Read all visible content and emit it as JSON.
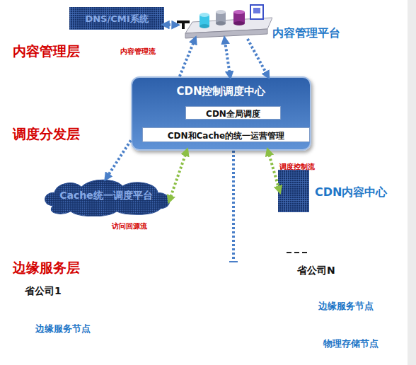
{
  "diagram": {
    "nodes": [
      {
        "text": [
          "DNS/CMI系统"
        ]
      },
      {
        "text": [
          "内容管理平台"
        ]
      },
      {
        "text": [
          "CDN控制调度中心"
        ]
      },
      {
        "text": [
          "CDN全局调度"
        ],
        "in": 2
      },
      {
        "text": [
          "CDN和Cache的统一运营管理"
        ],
        "in": 2
      },
      {
        "text": [
          "Cache统一调度平台"
        ]
      },
      {
        "text": [
          "CDN内容中心"
        ]
      }
    ],
    "edges": [
      {
        "from": 0,
        "to": 1,
        "arrow": "both"
      },
      {
        "from": 2,
        "to": 1,
        "arrow": "to"
      },
      {
        "from": 2,
        "to": 1,
        "arrow": "both"
      },
      {
        "from": 1,
        "to": 2,
        "arrow": "to"
      },
      {
        "from": 2,
        "to": 5,
        "arrow": "to"
      },
      {
        "from": 2,
        "to": 5,
        "arrow": "both"
      },
      {
        "from": 2,
        "to": 6,
        "arrow": "both",
        "label": "调度控制流"
      }
    ],
    "labels": [
      "内容管理层",
      "内容管理流",
      "调度分发层",
      "访问回源流",
      "边缘服务层",
      "省公司1",
      "边缘服务节点",
      "省公司N",
      "边缘服务节点",
      "物理存储节点"
    ]
  }
}
